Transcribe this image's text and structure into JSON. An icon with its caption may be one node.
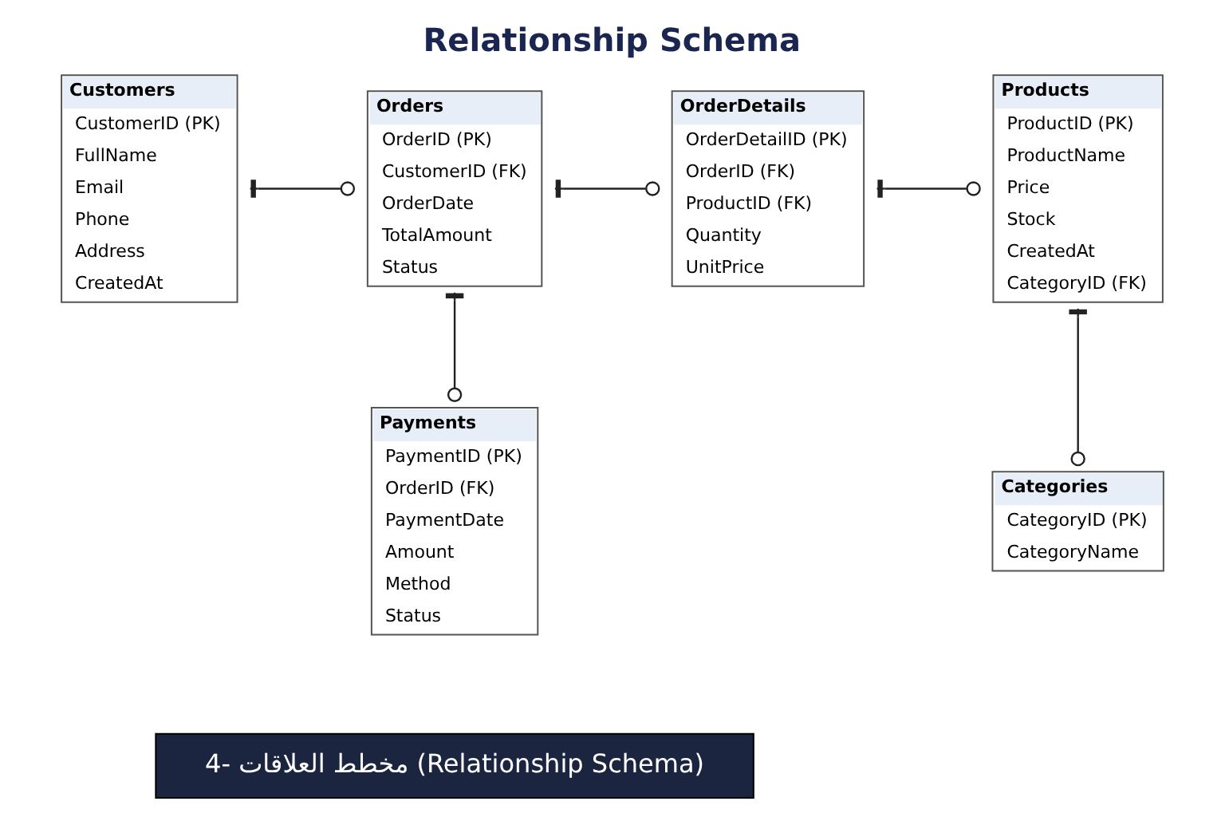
{
  "diagram": {
    "title": "Relationship Schema",
    "caption": "4- مخطط العلاقات (Relationship Schema)",
    "nodes": [
      {
        "text": [
          "Customers",
          "CustomerID (PK)",
          "FullName",
          "Email",
          "Phone",
          "Address",
          "CreatedAt"
        ]
      },
      {
        "text": [
          "Orders",
          "OrderID (PK)",
          "CustomerID (FK)",
          "OrderDate",
          "TotalAmount",
          "Status"
        ]
      },
      {
        "text": [
          "OrderDetails",
          "OrderDetailID (PK)",
          "OrderID (FK)",
          "ProductID (FK)",
          "Quantity",
          "UnitPrice"
        ]
      },
      {
        "text": [
          "Products",
          "ProductID (PK)",
          "ProductName",
          "Price",
          "Stock",
          "CreatedAt",
          "CategoryID (FK)"
        ]
      },
      {
        "text": [
          "Payments",
          "PaymentID (PK)",
          "OrderID (FK)",
          "PaymentDate",
          "Amount",
          "Method",
          "Status"
        ]
      },
      {
        "text": [
          "Categories",
          "CategoryID (PK)",
          "CategoryName"
        ]
      }
    ],
    "edges": [
      {
        "from": 0,
        "to": 1,
        "arrow": "other"
      },
      {
        "from": 1,
        "to": 2,
        "arrow": "other"
      },
      {
        "from": 2,
        "to": 3,
        "arrow": "other"
      },
      {
        "from": 1,
        "to": 4,
        "arrow": "other"
      },
      {
        "from": 3,
        "to": 5,
        "arrow": "other"
      }
    ]
  }
}
